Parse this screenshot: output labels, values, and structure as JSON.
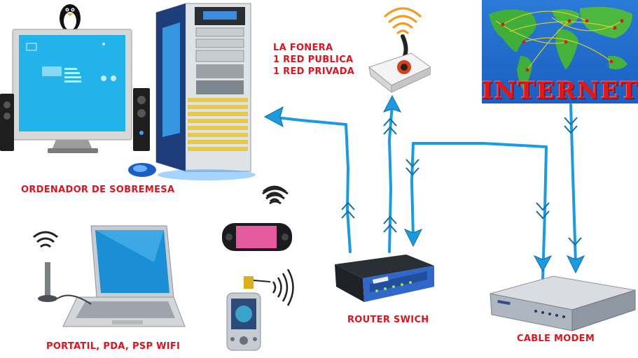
{
  "labels": {
    "fonera_lines": [
      "LA FONERA",
      "1 RED PUBLICA",
      "1 RED PRIVADA"
    ],
    "desktop": "ORDENADOR DE SOBREMESA",
    "router": "ROUTER SWICH",
    "modem": "CABLE MODEM",
    "portables": "PORTATIL, PDA, PSP WIFI",
    "internet": "INTERNET"
  },
  "colors": {
    "label_red": "#e0141e",
    "link_blue": "#1a9be0",
    "screen_blue": "#19a9e6"
  },
  "icons": [
    "tux-penguin-icon",
    "wifi-icon",
    "world-map-icon"
  ]
}
